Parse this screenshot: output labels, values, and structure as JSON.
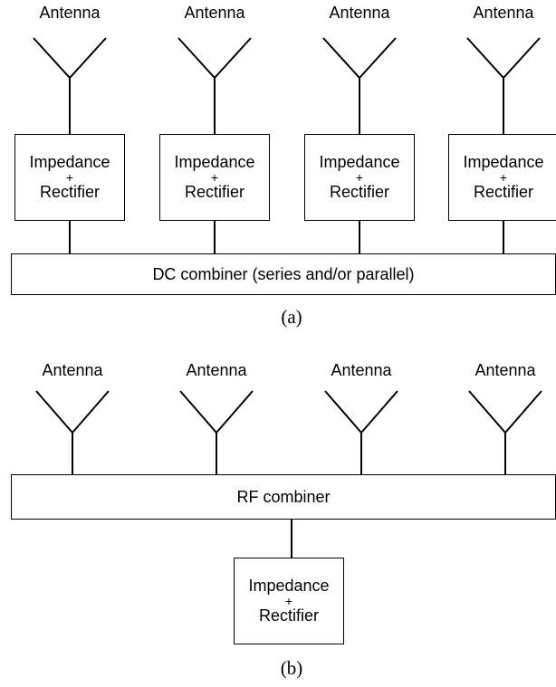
{
  "panel_a": {
    "antenna_labels": [
      "Antenna",
      "Antenna",
      "Antenna",
      "Antenna"
    ],
    "modules": [
      {
        "line1": "Impedance",
        "plus": "+",
        "line2": "Rectifier"
      },
      {
        "line1": "Impedance",
        "plus": "+",
        "line2": "Rectifier"
      },
      {
        "line1": "Impedance",
        "plus": "+",
        "line2": "Rectifier"
      },
      {
        "line1": "Impedance",
        "plus": "+",
        "line2": "Rectifier"
      }
    ],
    "combiner_label": "DC combiner (series and/or parallel)",
    "caption": "(a)"
  },
  "panel_b": {
    "antenna_labels": [
      "Antenna",
      "Antenna",
      "Antenna",
      "Antenna"
    ],
    "combiner_label": "RF combiner",
    "module": {
      "line1": "Impedance",
      "plus": "+",
      "line2": "Rectifier"
    },
    "caption": "(b)"
  }
}
